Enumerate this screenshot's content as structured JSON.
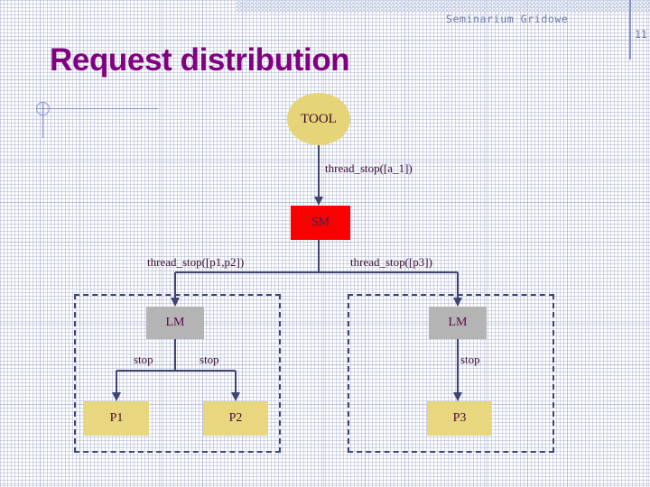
{
  "slide": {
    "header_right": "Seminarium Gridowe",
    "page_number": "11",
    "title": "Request distribution"
  },
  "colors": {
    "title": "#800080",
    "tool_fill": "#e6d479",
    "sm_fill": "#fb0000",
    "lm_fill": "#b4b4b4",
    "process_fill": "#e8d77e",
    "connector": "#3f4470",
    "group_border": "#3f4470",
    "grid": "#96a0c8",
    "header_text": "#6f7aa8"
  },
  "diagram": {
    "nodes": {
      "tool": {
        "label": "TOOL",
        "shape": "ellipse"
      },
      "sm": {
        "label": "SM",
        "shape": "rect"
      },
      "lm_left": {
        "label": "LM",
        "shape": "rect"
      },
      "lm_right": {
        "label": "LM",
        "shape": "rect"
      },
      "p1": {
        "label": "P1",
        "shape": "rect"
      },
      "p2": {
        "label": "P2",
        "shape": "rect"
      },
      "p3": {
        "label": "P3",
        "shape": "rect"
      }
    },
    "edge_labels": {
      "tool_to_sm": "thread_stop([a_1])",
      "sm_to_lm_left": "thread_stop([p1,p2])",
      "sm_to_lm_right": "thread_stop([p3])",
      "lm_left_to_p1": "stop",
      "lm_left_to_p2": "stop",
      "lm_right_to_p3": "stop"
    },
    "groups": {
      "left": "",
      "right": ""
    }
  }
}
